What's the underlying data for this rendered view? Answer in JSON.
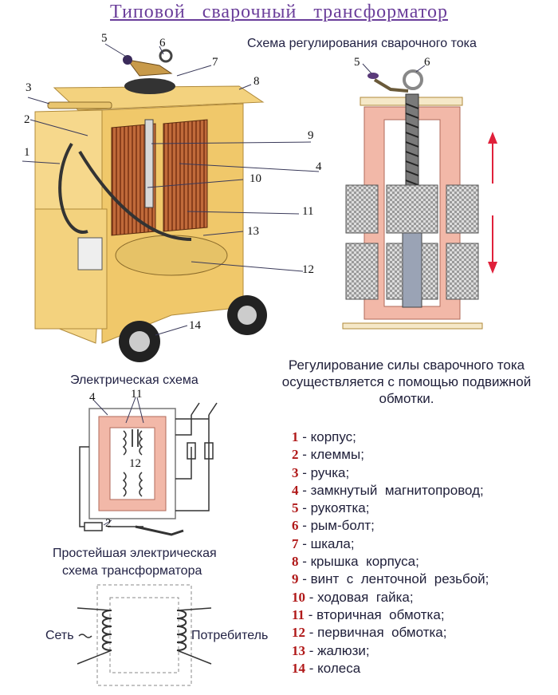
{
  "title": "Типовой сварочный трансформатор",
  "regulation_scheme_title": "Схема регулирования сварочного тока",
  "electrical_scheme_title": "Электрическая схема",
  "simple_scheme_title_line1": "Простейшая электрическая",
  "simple_scheme_title_line2": "схема трансформатора",
  "regulation_note": "Регулирование силы сварочного тока осуществляется с помощью подвижной обмотки.",
  "simple_scheme": {
    "input_label": "Сеть",
    "output_label": "Потребитель"
  },
  "callouts": {
    "main": [
      "1",
      "2",
      "3",
      "4",
      "5",
      "6",
      "7",
      "8",
      "9",
      "10",
      "11",
      "12",
      "13",
      "14"
    ],
    "regulation": [
      "5",
      "6"
    ],
    "electrical": [
      "4",
      "11",
      "12",
      "2"
    ]
  },
  "legend": [
    {
      "num": "1",
      "text": " - корпус;"
    },
    {
      "num": "2",
      "text": " - клеммы;"
    },
    {
      "num": "3",
      "text": " - ручка;"
    },
    {
      "num": "4",
      "text": " - замкнутый  магнитопровод;"
    },
    {
      "num": "5",
      "text": " - рукоятка;"
    },
    {
      "num": "6",
      "text": " - рым-болт;"
    },
    {
      "num": "7",
      "text": " - шкала;"
    },
    {
      "num": "8",
      "text": " - крышка  корпуса;"
    },
    {
      "num": "9",
      "text": " - винт  с  ленточной  резьбой;"
    },
    {
      "num": "10",
      "text": " - ходовая  гайка;"
    },
    {
      "num": "11",
      "text": " - вторичная  обмотка;"
    },
    {
      "num": "12",
      "text": " - первичная  обмотка;"
    },
    {
      "num": "13",
      "text": " - жалюзи;"
    },
    {
      "num": "14",
      "text": " - колеса"
    }
  ],
  "colors": {
    "title": "#6a3d9a",
    "legend_number": "#b01818",
    "core": "#f2b8a8",
    "casing": "#f3d27e",
    "coil": "#d9d9d9",
    "arrow": "#e0203a"
  }
}
